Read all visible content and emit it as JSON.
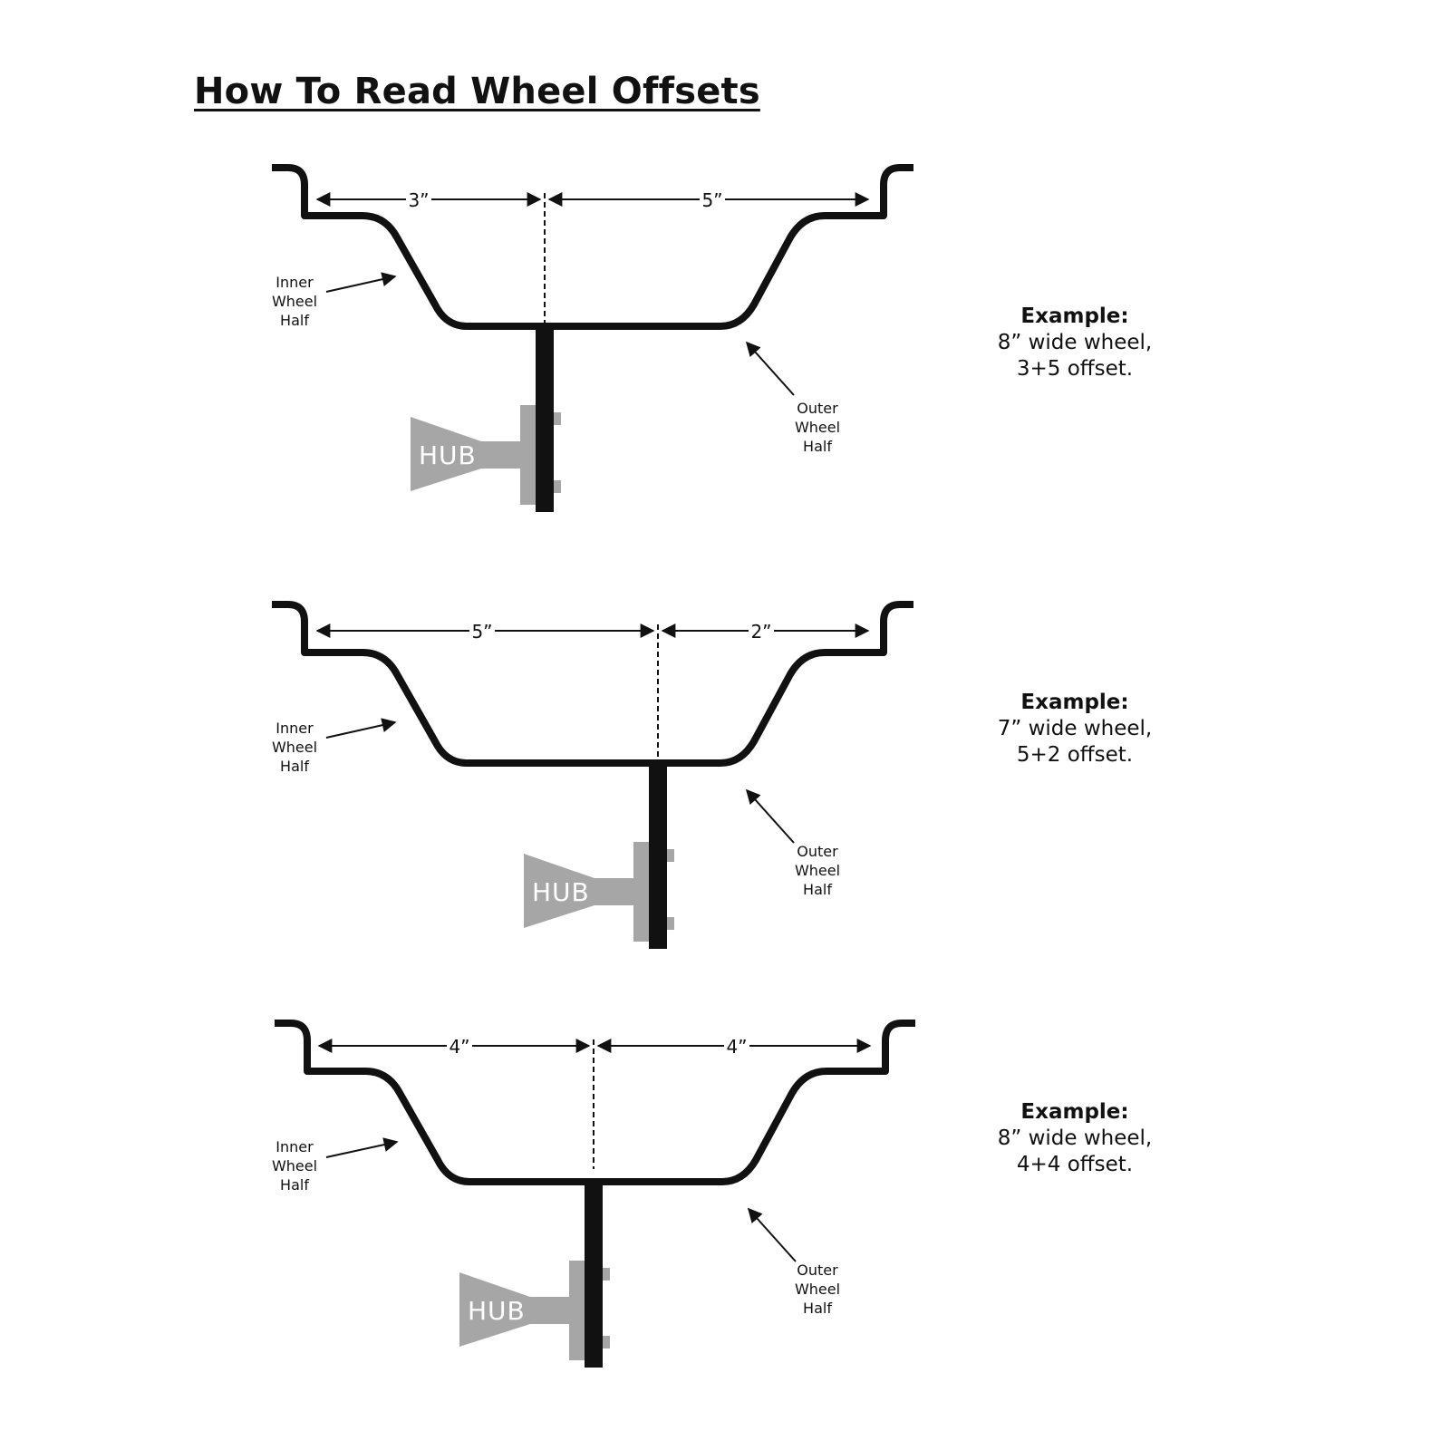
{
  "title": "How To Read Wheel Offsets",
  "labels": {
    "inner": [
      "Inner",
      "Wheel",
      "Half"
    ],
    "outer": [
      "Outer",
      "Wheel",
      "Half"
    ],
    "hub": "HUB"
  },
  "colors": {
    "wheel": "#111111",
    "hub": "#a6a6a6"
  },
  "examples": [
    {
      "left_dim": "3”",
      "right_dim": "5”",
      "heading": "Example:",
      "line1": "8” wide wheel,",
      "line2": "3+5 offset."
    },
    {
      "left_dim": "5”",
      "right_dim": "2”",
      "heading": "Example:",
      "line1": "7” wide wheel,",
      "line2": "5+2 offset."
    },
    {
      "left_dim": "4”",
      "right_dim": "4”",
      "heading": "Example:",
      "line1": "8” wide wheel,",
      "line2": "4+4 offset."
    }
  ]
}
